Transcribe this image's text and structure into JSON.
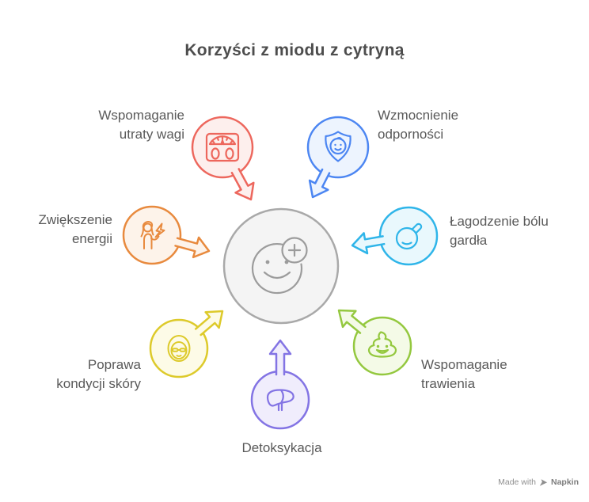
{
  "title": "Korzyści z miodu z cytryną",
  "colors": {
    "title_text": "#4d4d4d",
    "label_text": "#595959",
    "center_fill": "#f4f4f4",
    "center_stroke": "#a9a9a9",
    "smiley_stroke": "#9c9c9c"
  },
  "center": {
    "icon": "smiley-plus-icon"
  },
  "spokes": [
    {
      "id": "weight-loss",
      "icon": "weight-scale-icon",
      "color": "#ed675d",
      "fill": "#fdefed",
      "label_lines": [
        "Wspomaganie",
        "utraty wagi"
      ]
    },
    {
      "id": "immunity",
      "icon": "shield-face-icon",
      "color": "#4c86f2",
      "fill": "#edf4fe",
      "label_lines": [
        "Wzmocnienie",
        "odporności"
      ]
    },
    {
      "id": "sore-throat",
      "icon": "gargling-head-icon",
      "color": "#2fb5e9",
      "fill": "#e9f8fd",
      "label_lines": [
        "Łagodzenie bólu",
        "gardła"
      ]
    },
    {
      "id": "digestion",
      "icon": "poop-icon",
      "color": "#94c83f",
      "fill": "#f4fae7",
      "label_lines": [
        "Wspomaganie",
        "trawienia"
      ]
    },
    {
      "id": "detox",
      "icon": "liver-icon",
      "color": "#8374e4",
      "fill": "#f0edfc",
      "label_lines": [
        "Detoksykacja"
      ]
    },
    {
      "id": "skin",
      "icon": "spa-face-icon",
      "color": "#ddca2b",
      "fill": "#fdfbe7",
      "label_lines": [
        "Poprawa",
        "kondycji skóry"
      ]
    },
    {
      "id": "energy",
      "icon": "energy-person-icon",
      "color": "#e88a3e",
      "fill": "#fdf3ea",
      "label_lines": [
        "Zwiększenie",
        "energii"
      ]
    }
  ],
  "watermark": {
    "prefix": "Made with",
    "brand": "Napkin",
    "icon": "napkin-pen-icon"
  }
}
